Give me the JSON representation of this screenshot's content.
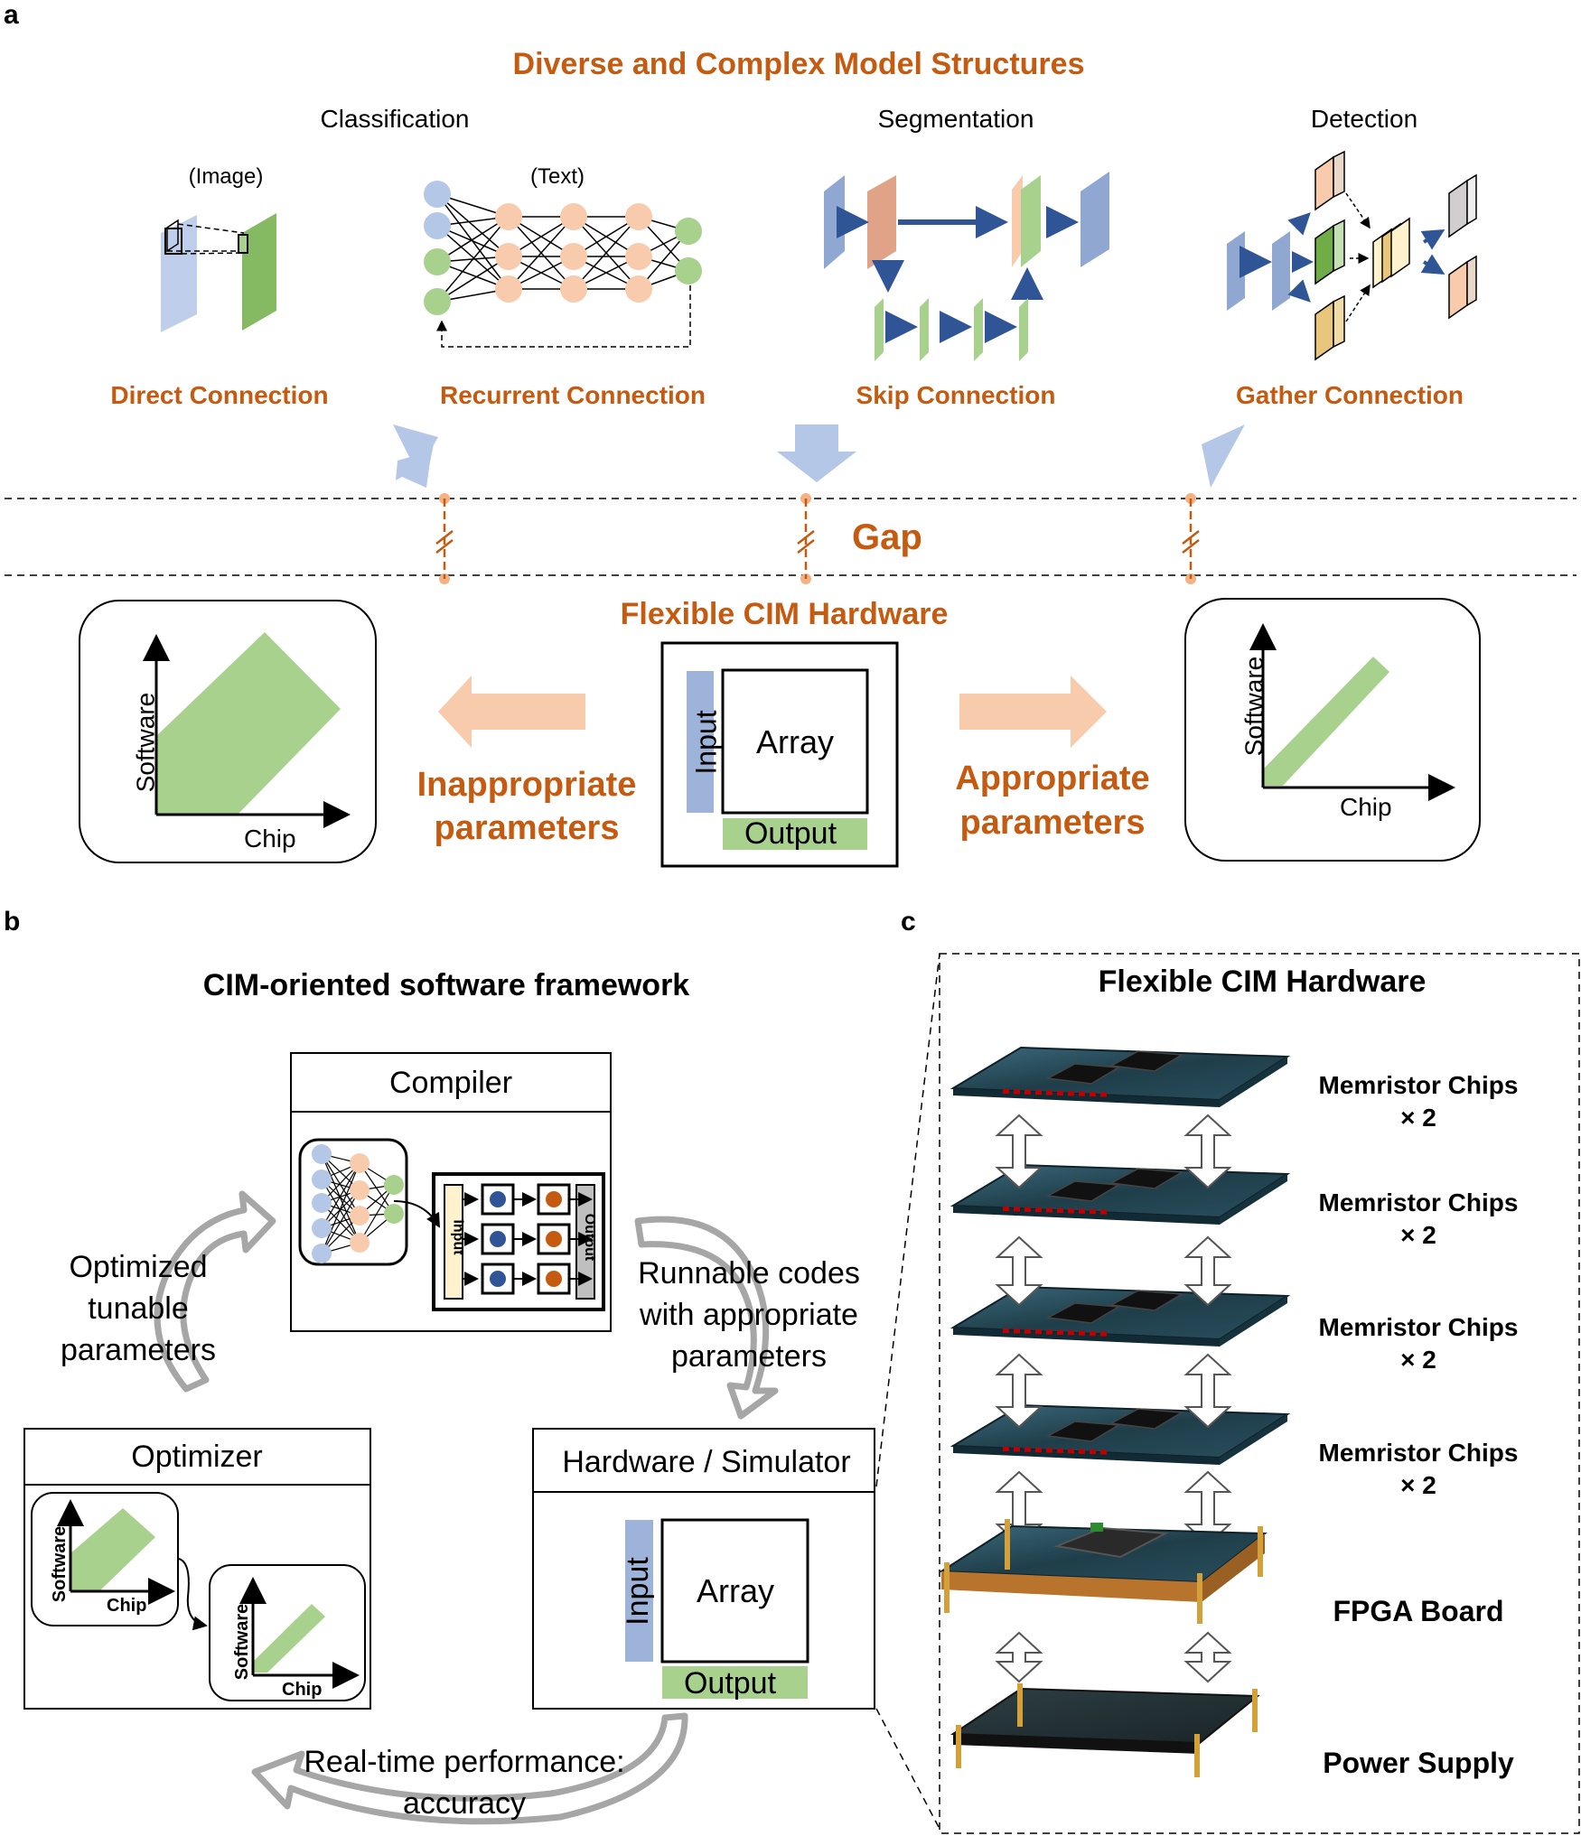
{
  "panel_a": {
    "label": "a",
    "title": "Diverse and Complex Model Structures",
    "tasks": [
      "Classification",
      "Segmentation",
      "Detection"
    ],
    "inputs": [
      "(Image)",
      "(Text)"
    ],
    "connections": [
      "Direct Connection",
      "Recurrent Connection",
      "Skip Connection",
      "Gather Connection"
    ],
    "gap_label": "Gap",
    "hardware_title": "Flexible CIM Hardware",
    "array": {
      "input": "Input",
      "array": "Array",
      "output": "Output"
    },
    "left_result": "Inappropriate parameters",
    "left_result_lines": [
      "Inappropriate",
      "parameters"
    ],
    "right_result_lines": [
      "Appropriate",
      "parameters"
    ],
    "axis": {
      "x": "Chip",
      "y": "Software"
    }
  },
  "panel_b": {
    "label": "b",
    "title": "CIM-oriented software framework",
    "compiler": "Compiler",
    "optimizer": "Optimizer",
    "hardware": "Hardware / Simulator",
    "mini_input": "Input",
    "mini_output": "Output",
    "array": {
      "input": "Input",
      "array": "Array",
      "output": "Output"
    },
    "axis": {
      "x": "Chip",
      "y": "Software"
    },
    "loop_left": [
      "Optimized",
      "tunable",
      "parameters"
    ],
    "loop_right": [
      "Runnable codes",
      "with appropriate",
      "parameters"
    ],
    "loop_bottom": [
      "Real-time performance:",
      "accuracy"
    ]
  },
  "panel_c": {
    "label": "c",
    "title": "Flexible CIM Hardware",
    "layers": [
      {
        "name": "Memristor Chips",
        "count": "× 2"
      },
      {
        "name": "Memristor Chips",
        "count": "× 2"
      },
      {
        "name": "Memristor Chips",
        "count": "× 2"
      },
      {
        "name": "Memristor Chips",
        "count": "× 2"
      },
      {
        "name": "FPGA Board",
        "count": ""
      },
      {
        "name": "Power Supply",
        "count": ""
      }
    ]
  },
  "colors": {
    "orange_text": "#c55a11",
    "blue": "#9db3da",
    "green": "#a9d18e",
    "peach": "#f8cbad",
    "arrow_blue": "#b4c7e7",
    "arrow_peach": "#f8cbad",
    "dark_blue": "#2f5597",
    "board": "#1f3e4a"
  }
}
